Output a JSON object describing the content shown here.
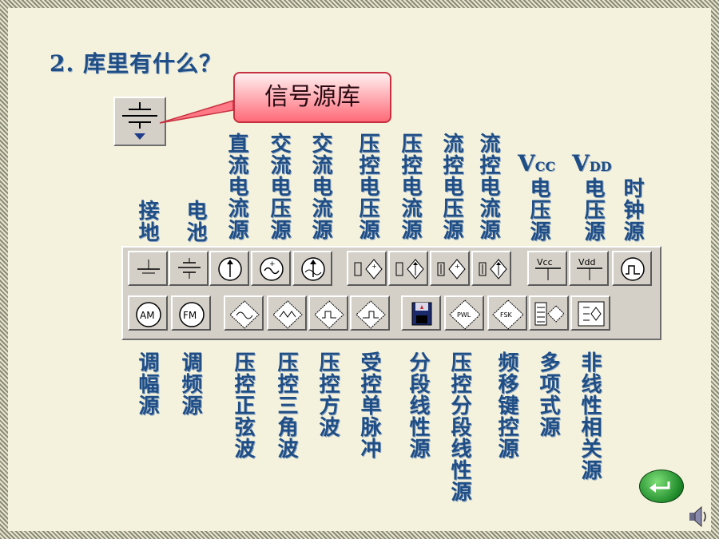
{
  "title": "2. 库里有什么？",
  "callout": "信号源库",
  "colors": {
    "label": "#1f4e86",
    "toolbar": "#d4d0c8",
    "callout_fill": "#ff6a78"
  },
  "top_labels": [
    "接地",
    "电池",
    "直流电流源",
    "交流电压源",
    "交流电流源",
    "压控电压源",
    "压控电流源",
    "流控电压源",
    "流控电流源",
    "电压源",
    "电压源",
    "时钟源"
  ],
  "vcc_label": {
    "main": "V",
    "sub": "CC"
  },
  "vdd_label": {
    "main": "V",
    "sub": "DD"
  },
  "bottom_labels": [
    "调幅源",
    "调频源",
    "压控正弦波",
    "压控三角波",
    "压控方波",
    "受控单脉冲",
    "分段线性源",
    "压控分段线性源",
    "频移键控源",
    "多项式源",
    "非线性相关源"
  ],
  "row1_icons": [
    "ground-icon",
    "battery-icon",
    "dc-current-source-icon",
    "ac-voltage-source-icon",
    "ac-current-source-icon",
    "vcvs-icon",
    "vccs-icon",
    "ccvs-icon",
    "cccs-icon",
    "vcc-source-icon",
    "vdd-source-icon",
    "clock-source-icon"
  ],
  "row1_text": {
    "vcc": "Vcc",
    "vdd": "Vdd"
  },
  "row2_icons": [
    "am-source-icon",
    "fm-source-icon",
    "vc-sine-icon",
    "vc-triangle-icon",
    "vc-square-icon",
    "controlled-pulse-icon",
    "pwl-source-icon",
    "vc-pwl-icon",
    "fsk-source-icon",
    "polynomial-source-icon",
    "nonlinear-source-icon"
  ],
  "row2_text": {
    "am": "AM",
    "fm": "FM",
    "pwl": "PWL",
    "fsk": "FSK"
  }
}
